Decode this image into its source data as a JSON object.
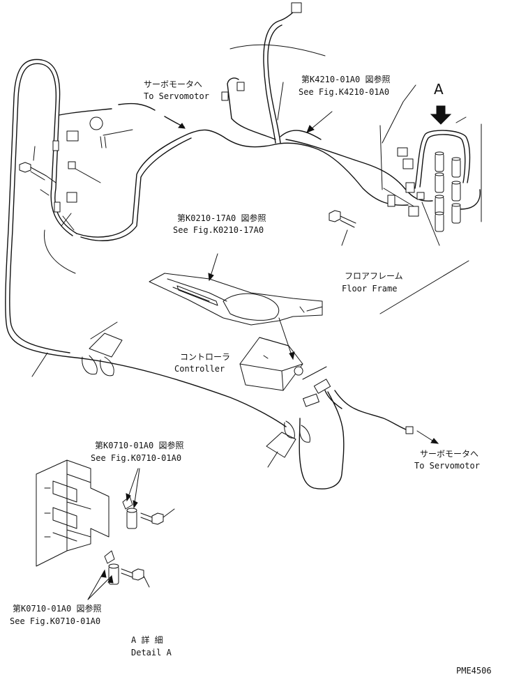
{
  "labels": {
    "servo_top_jp": "サーボモータへ",
    "servo_top_en": "To Servomotor",
    "ref_k4210_jp": "第K4210-01A0 図参照",
    "ref_k4210_en": "See Fig.K4210-01A0",
    "view_a": "A",
    "ref_k0210_jp": "第K0210-17A0 図参照",
    "ref_k0210_en": "See Fig.K0210-17A0",
    "floor_jp": "フロアフレーム",
    "floor_en": "Floor Frame",
    "controller_jp": "コントローラ",
    "controller_en": "Controller",
    "ref_k0710_a_jp": "第K0710-01A0 図参照",
    "ref_k0710_a_en": "See Fig.K0710-01A0",
    "servo_right_jp": "サーボモータへ",
    "servo_right_en": "To Servomotor",
    "ref_k0710_b_jp": "第K0710-01A0 図参照",
    "ref_k0710_b_en": "See Fig.K0710-01A0",
    "detail_jp": "A 詳 細",
    "detail_en": "Detail A",
    "code": "PME4506"
  }
}
